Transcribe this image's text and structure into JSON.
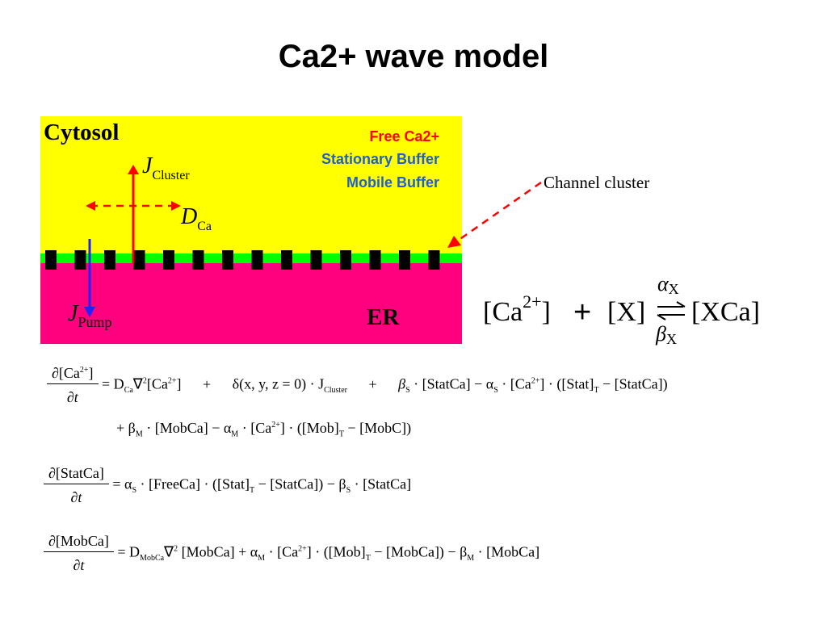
{
  "title": "Ca2+ wave model",
  "diagram": {
    "cytosol_label": "Cytosol",
    "er_label": "ER",
    "legend": [
      {
        "text": "Free Ca2+",
        "color": "#ff0000"
      },
      {
        "text": "Stationary Buffer",
        "color": "#1f5fd0"
      },
      {
        "text": "Mobile Buffer",
        "color": "#1f5fd0"
      }
    ],
    "j_cluster": {
      "symbol": "J",
      "sub": "Cluster"
    },
    "d_ca": {
      "symbol": "D",
      "sub": "Ca"
    },
    "j_pump": {
      "symbol": "J",
      "sub": "Pump"
    },
    "colors": {
      "cytosol": "#ffff00",
      "er": "#ff007f",
      "membrane": "#00ff00",
      "cluster_arrow": "#ff0000",
      "pump_arrow": "#2222ff",
      "channel": "#000000"
    }
  },
  "channel_label": "Channel cluster",
  "reaction": {
    "lhs_ca": "[Ca",
    "lhs_ca_sup": "2+",
    "lhs_ca_close": "]",
    "plus": "+",
    "x": "[X]",
    "alpha": "α",
    "alpha_sub": "X",
    "beta": "β",
    "beta_sub": "X",
    "product": "[XCa]"
  },
  "equations": {
    "eq1": {
      "num": "∂[Ca",
      "num_sup": "2+",
      "num_close": "]",
      "den": "∂t",
      "line1": "= D",
      "d_sub": "Ca",
      "lap": "∇",
      "lap_sup": "2",
      "ca": "[Ca",
      "ca_sup": "2+",
      "ca_close": "]",
      "plus1": "+",
      "delta": "δ(x, y, z = 0) · J",
      "j_sub": "Cluster",
      "plus2": "+",
      "beta_s": "β",
      "s_sub": "S",
      "statca": "· [StatCa] − α",
      "s_sub2": "S",
      "ca2": "· [Ca",
      "ca2_sup": "2+",
      "rest": "] · ([Stat]",
      "t_sub": "T",
      "rest2": "− [StatCa])",
      "line2_a": "+ β",
      "m_sub": "M",
      "line2_b": "· [MobCa] − α",
      "m_sub2": "M",
      "line2_c": "· [Ca",
      "line2_sup": "2+",
      "line2_d": "] · ([Mob]",
      "t_sub2": "T",
      "line2_e": "− [MobC])"
    },
    "eq2": {
      "num": "∂[StatCa]",
      "den": "∂t",
      "a": "= α",
      "s_sub": "S",
      "b": "· [FreeCa] · ([Stat]",
      "t_sub": "T",
      "c": "− [StatCa]) − β",
      "s_sub2": "S",
      "d": "· [StatCa]"
    },
    "eq3": {
      "num": "∂[MobCa]",
      "den": "∂t",
      "a": "= D",
      "d_sub": "MobCa",
      "lap": "∇",
      "lap_sup": "2",
      "b": "[MobCa] + α",
      "m_sub": "M",
      "c": "· [Ca",
      "c_sup": "2+",
      "d": "] · ([Mob]",
      "t_sub": "T",
      "e": "− [MobCa]) − β",
      "m_sub2": "M",
      "f": "· [MobCa]"
    }
  }
}
